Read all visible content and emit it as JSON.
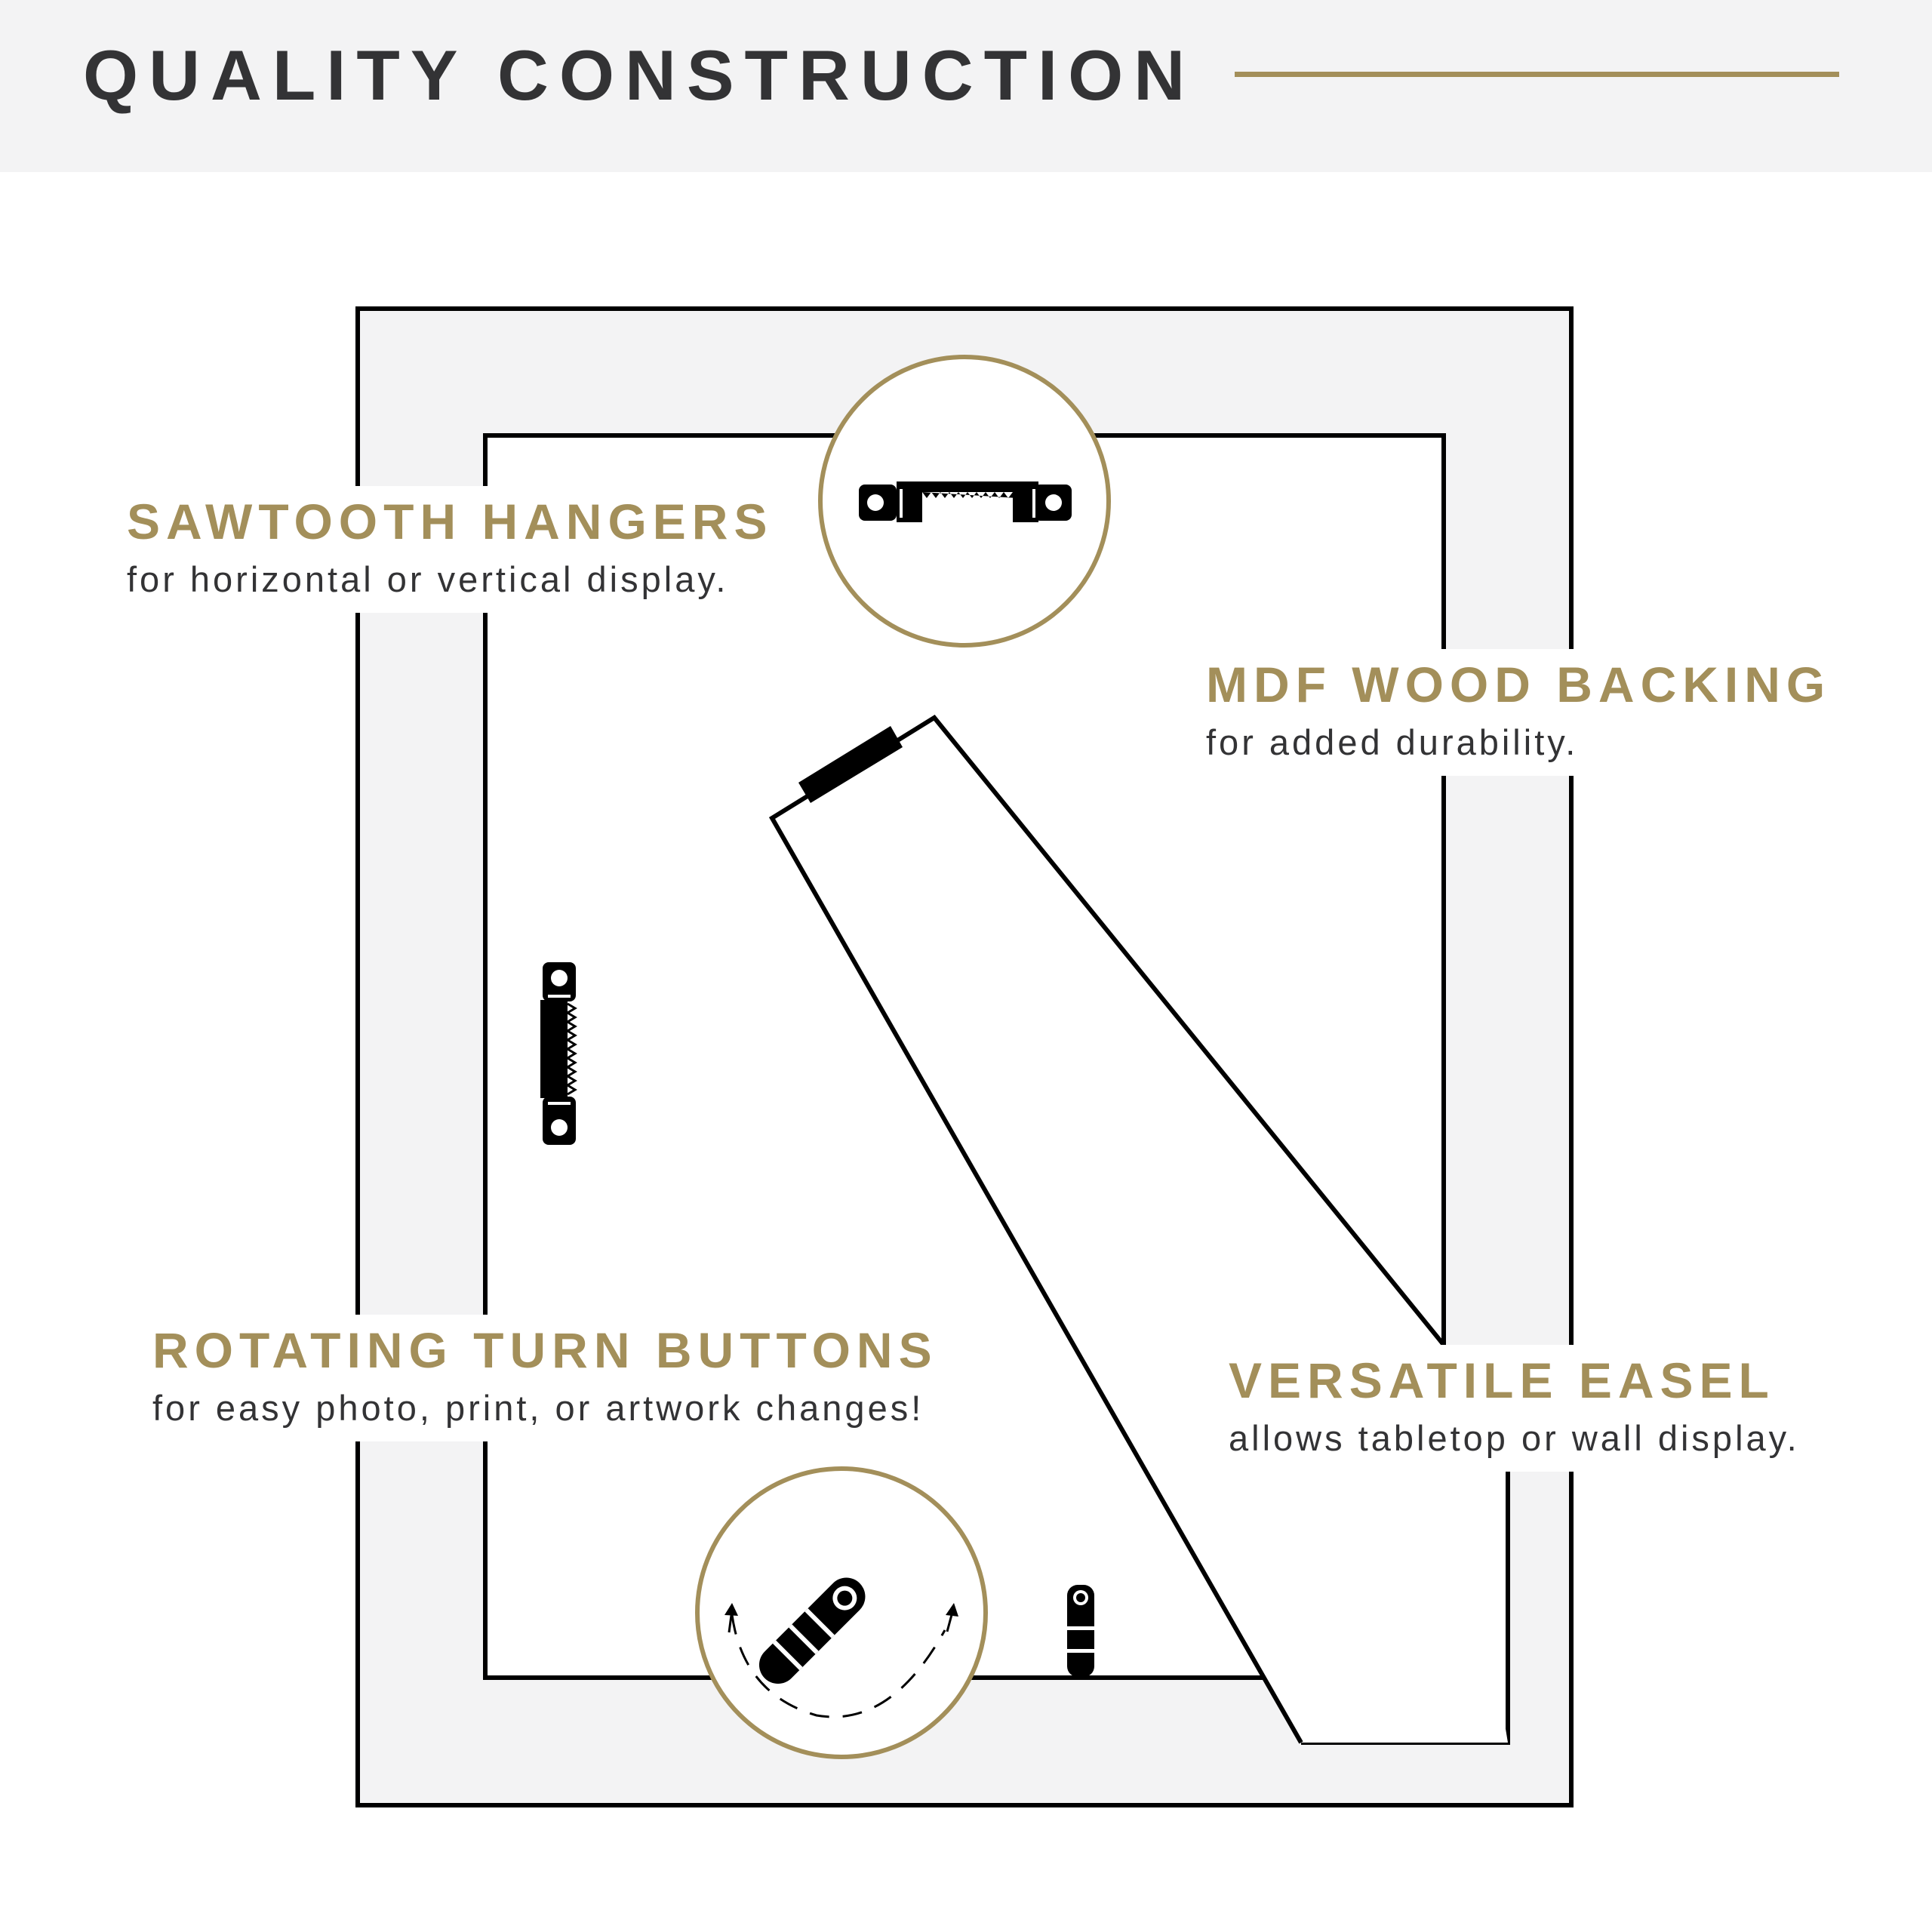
{
  "header": {
    "title": "QUALITY CONSTRUCTION"
  },
  "colors": {
    "accent_gold": "#a38f5a",
    "header_bg": "#f3f3f4",
    "frame_fill": "#f3f3f4",
    "text_dark": "#333335",
    "line_black": "#000000"
  },
  "features": {
    "sawtooth": {
      "title": "SAWTOOTH HANGERS",
      "desc": "for horizontal or vertical display."
    },
    "mdf": {
      "title": "MDF WOOD BACKING",
      "desc": "for added durability."
    },
    "turn_buttons": {
      "title": "ROTATING TURN BUTTONS",
      "desc": "for easy photo, print, or artwork changes!"
    },
    "easel": {
      "title": "VERSATILE EASEL",
      "desc": "allows tabletop or wall display."
    }
  },
  "icons": {
    "sawtooth_hanger_callout": "sawtooth-hanger-icon",
    "sawtooth_hanger_vertical": "sawtooth-hanger-icon",
    "turn_button_callout": "turn-button-icon",
    "turn_button_small": "turn-button-icon",
    "rotation_arrows": "rotation-arrow-icon"
  }
}
